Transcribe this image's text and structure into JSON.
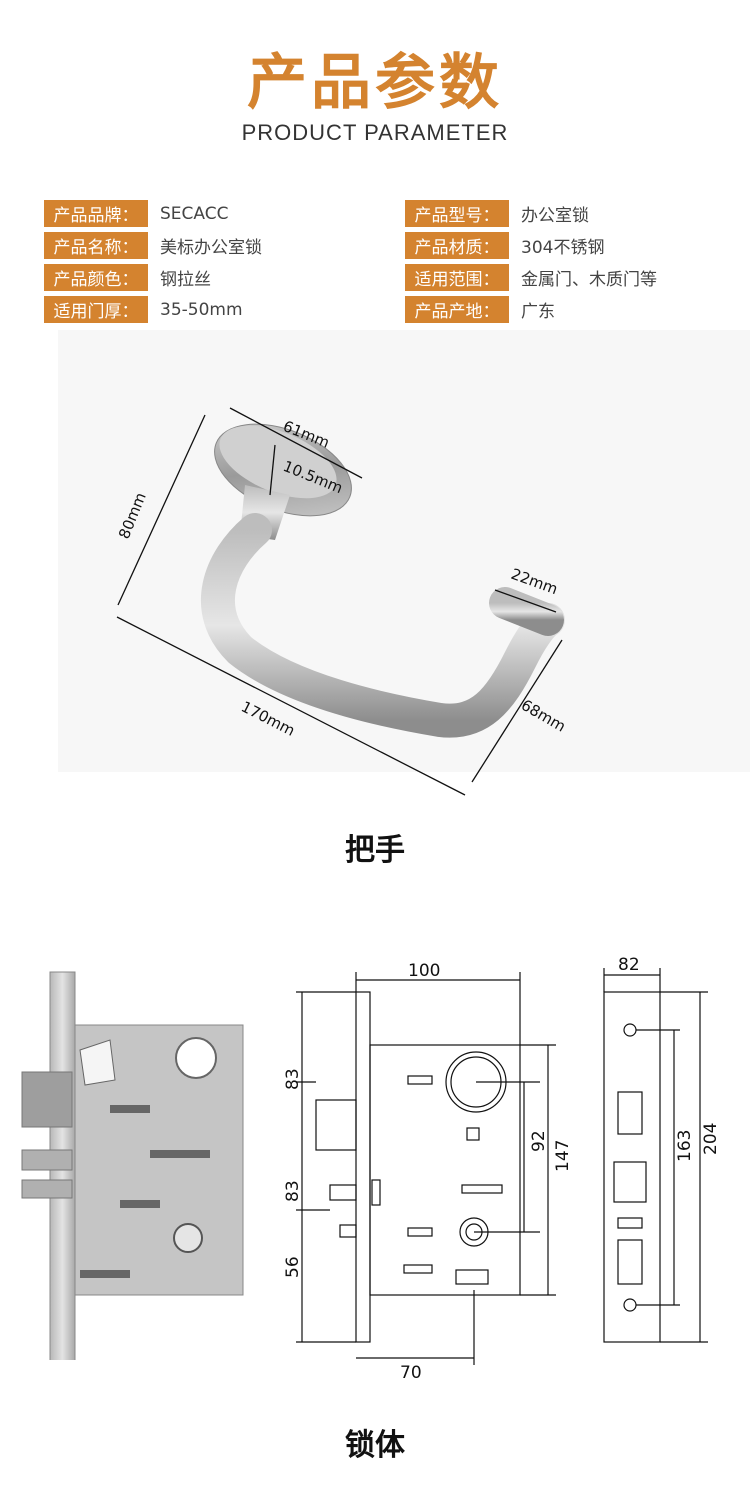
{
  "header": {
    "title": "产品参数",
    "subtitle": "PRODUCT PARAMETER"
  },
  "params_left": [
    {
      "label": "产品品牌：",
      "value": "SECACC"
    },
    {
      "label": "产品名称：",
      "value": "美标办公室锁"
    },
    {
      "label": "产品颜色：",
      "value": "钢拉丝"
    },
    {
      "label": "适用门厚：",
      "value": "35-50mm"
    }
  ],
  "params_right": [
    {
      "label": "产品型号：",
      "value": "办公室锁"
    },
    {
      "label": "产品材质：",
      "value": "304不锈钢"
    },
    {
      "label": "适用范围：",
      "value": "金属门、木质门等"
    },
    {
      "label": "产品产地：",
      "value": "广东"
    }
  ],
  "handle": {
    "caption": "把手",
    "dims": {
      "rose_diameter": "61mm",
      "rose_thickness": "10.5mm",
      "height": "80mm",
      "lever_dia": "22mm",
      "length": "170mm",
      "projection": "68mm"
    }
  },
  "lockbody": {
    "caption": "锁体",
    "dims": {
      "width": "100",
      "top": "83",
      "mid": "83",
      "bottom": "56",
      "d92": "92",
      "d147": "147",
      "backset": "70",
      "plate_width": "82",
      "d163": "163",
      "d204": "204"
    }
  },
  "colors": {
    "accent": "#d4832f"
  }
}
